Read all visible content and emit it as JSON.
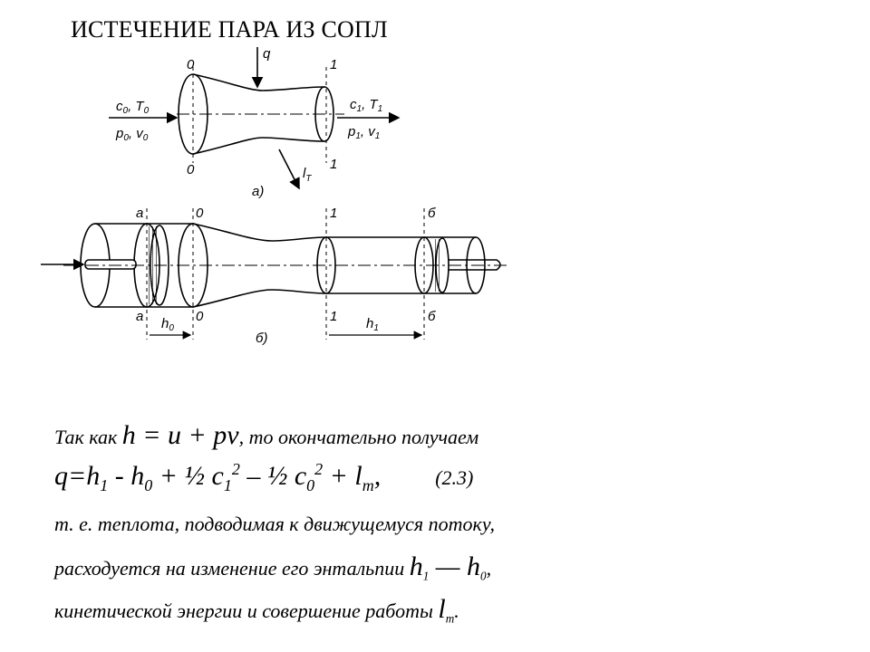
{
  "title": "ИСТЕЧЕНИЕ ПАРА ИЗ СОПЛ",
  "diagram_a": {
    "caption": "а)",
    "section_in": "0",
    "section_out": "1",
    "heat_label": "q",
    "work_label": "l",
    "work_sub": "T",
    "in_top": "c",
    "in_top_sub": "0",
    "in_top_2": ", T",
    "in_top_2_sub": "0",
    "in_bot": "p",
    "in_bot_sub": "0",
    "in_bot_2": ", v",
    "in_bot_2_sub": "0",
    "out_top": "c",
    "out_top_sub": "1",
    "out_top_2": ", T",
    "out_top_2_sub": "1",
    "out_bot": "p",
    "out_bot_sub": "1",
    "out_bot_2": ", v",
    "out_bot_2_sub": "1"
  },
  "diagram_b": {
    "caption": "б)",
    "label_a": "а",
    "label_0": "0",
    "label_1": "1",
    "label_b": "б",
    "h0": "h",
    "h0_sub": "0",
    "h1": "h",
    "h1_sub": "1"
  },
  "text": {
    "l1_a": "Так как ",
    "l1_b": "h = u + pv",
    "l1_c": ", то окончательно получаем",
    "l2_a": "q=h",
    "l2_s1": "1",
    "l2_b": " - h",
    "l2_s2": "0",
    "l2_c": " + ½ c",
    "l2_s3": "1",
    "l2_p3": "2",
    "l2_d": " – ½ c",
    "l2_s4": "0",
    "l2_p4": "2",
    "l2_e": " + l",
    "l2_s5": "т",
    "l2_f": ",",
    "l2_num": "(2.3)",
    "l3": "т. е. теплота, подводимая к движущемуся потоку,",
    "l4_a": "расходуется на изменение его энтальпии ",
    "l4_b": "h",
    "l4_s1": "1",
    "l4_c": " — h",
    "l4_s2": "0",
    "l4_d": ",",
    "l5_a": "кинетической энергии и совершение работы ",
    "l5_b": "l",
    "l5_s": "т",
    "l5_c": "."
  }
}
